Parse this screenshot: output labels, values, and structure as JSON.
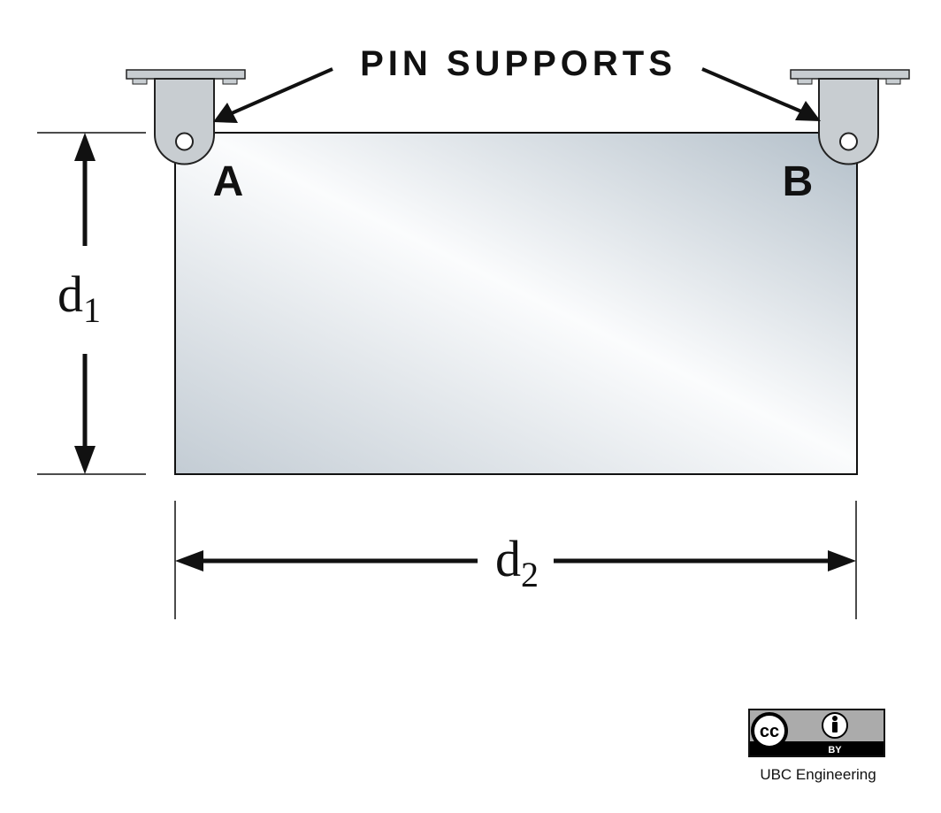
{
  "diagram": {
    "callout": "PIN SUPPORTS",
    "support_a_label": "A",
    "support_b_label": "B",
    "height_dimension": {
      "base": "d",
      "subscript": "1"
    },
    "width_dimension": {
      "base": "d",
      "subscript": "2"
    }
  },
  "license": {
    "cc_text": "cc",
    "by_text": "BY",
    "credit": "UBC Engineering"
  }
}
